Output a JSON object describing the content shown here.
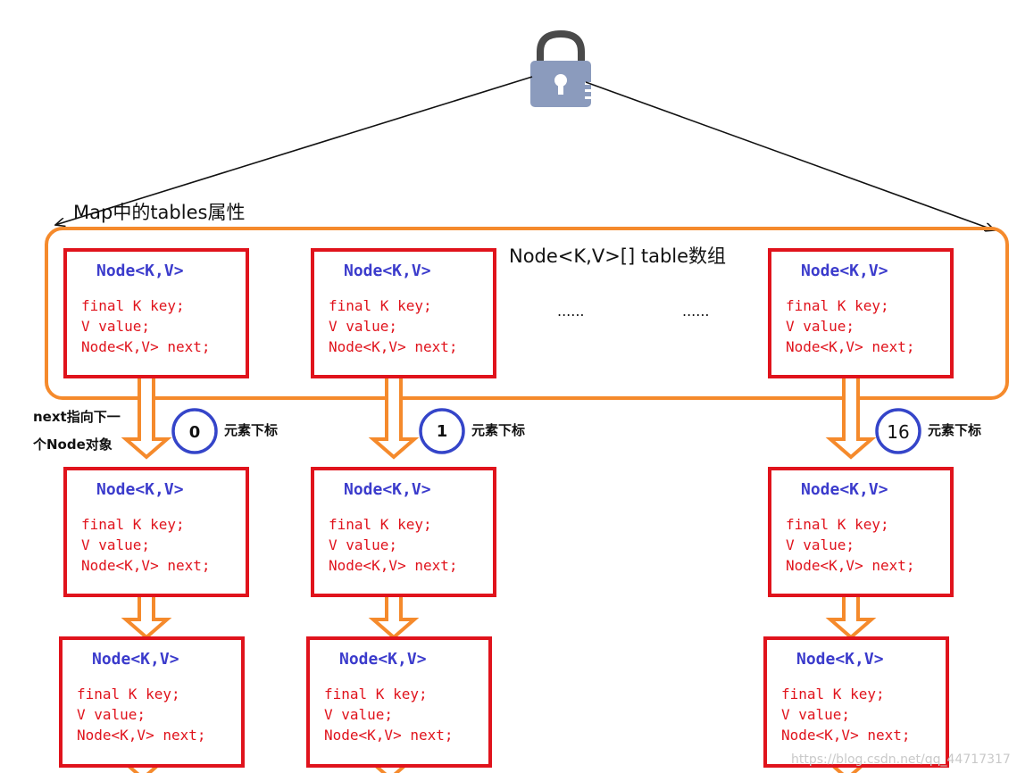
{
  "title": "Map中的tables属性",
  "array_label": "Node<K,V>[] table数组",
  "ellipsis": [
    "......",
    "......"
  ],
  "next_note": [
    "next指向下一",
    "个Node对象"
  ],
  "index_caption": "元素下标",
  "indices": [
    "0",
    "1",
    "16"
  ],
  "node": {
    "header": "Node<K,V>",
    "fields": [
      "final K key;",
      "V value;",
      "Node<K,V> next;"
    ]
  },
  "watermark": "https://blog.csdn.net/qq_44717317",
  "colors": {
    "array_border": "#f58a2c",
    "node_border": "#e0131c",
    "node_title": "#3b3bcc",
    "node_field": "#e0131c",
    "circle": "#3545c9",
    "arrow": "#f58a2c",
    "lock": "#8b9bbd"
  },
  "icons": [
    "lock-icon"
  ]
}
